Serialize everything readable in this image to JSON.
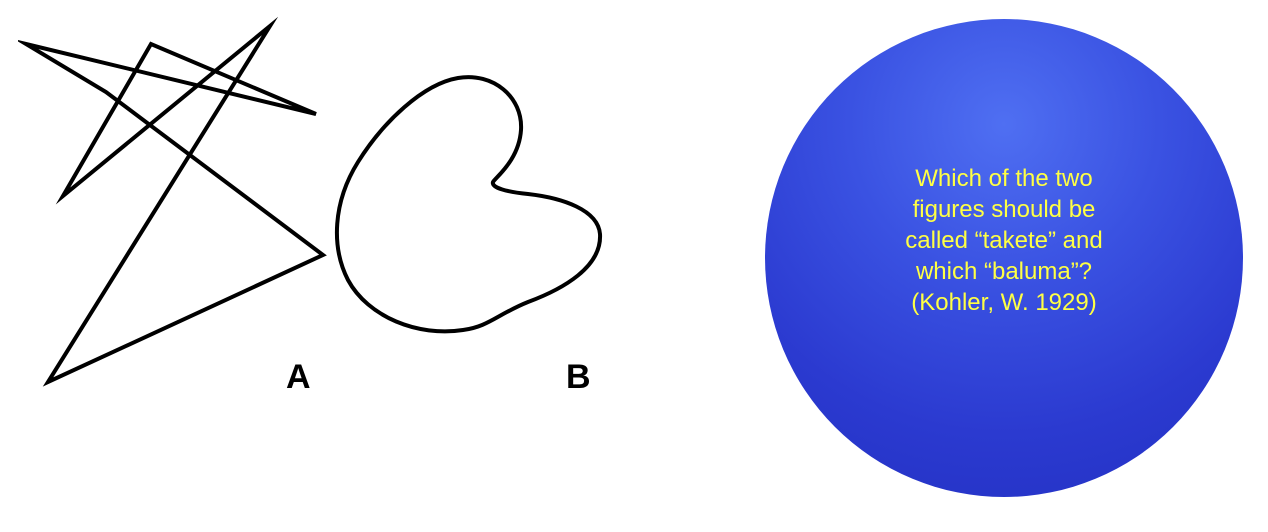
{
  "figures": {
    "label_a": "A",
    "label_b": "B"
  },
  "question": {
    "lines": [
      "Which of the two",
      "figures should be",
      "called “takete” and",
      "which “baluma”?",
      "(Kohler, W. 1929)"
    ]
  },
  "colors": {
    "circle_blue": "#2f45d8",
    "question_text": "#ffff44",
    "stroke": "#000000"
  }
}
